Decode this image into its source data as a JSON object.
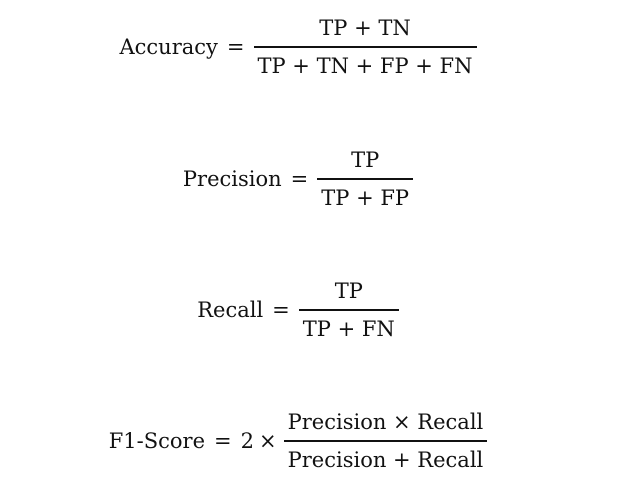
{
  "formulas": [
    {
      "id": "accuracy",
      "lhs": "Accuracy",
      "equals": "=",
      "numerator": "TP + TN",
      "denominator": "TP + TN + FP + FN"
    },
    {
      "id": "precision",
      "lhs": "Precision",
      "equals": "=",
      "numerator": "TP",
      "denominator": "TP + FP"
    },
    {
      "id": "recall",
      "lhs": "Recall",
      "equals": "=",
      "numerator": "TP",
      "denominator": "TP + FN"
    },
    {
      "id": "f1-score",
      "lhs": "F1-Score",
      "equals": "=",
      "coefficient": "2",
      "times": "×",
      "numerator": "Precision × Recall",
      "denominator": "Precision + Recall"
    }
  ]
}
